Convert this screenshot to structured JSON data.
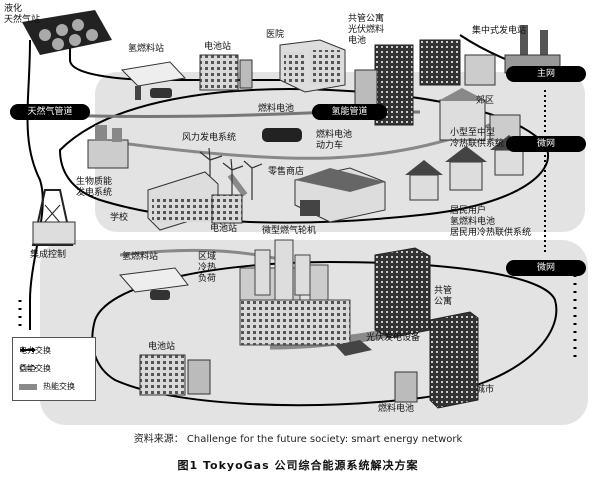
{
  "labels": {
    "lpg_station": "液化\n天然气站",
    "h2_station_top": "氢燃料站",
    "battery_station_top": "电池站",
    "hospital": "医院",
    "apartment_top": "共管公寓\n光伏燃料\n电池",
    "central_plant": "集中式发电站",
    "natural_gas_pipeline": "天然气管道",
    "fuel_cell_top": "燃料电池",
    "hydrogen_pipeline": "氢能管道",
    "suburb": "郊区",
    "chp_small": "小型至中型\n冷热联供系统",
    "wind_power": "风力发电系统",
    "fc_vehicle": "燃料电池\n动力车",
    "biomass": "生物质能\n发电系统",
    "retail": "零售商店",
    "school": "学校",
    "residential": "居民用户\n氢燃料电池\n居民用冷热联供系统",
    "battery_station_mid": "电池站",
    "micro_turbine": "微型燃气轮机",
    "integrated_control": "集成控制",
    "h2_station_bottom": "氢燃料站",
    "regional_load": "区域\n冷热\n负荷",
    "apartment_bottom": "共管\n公寓",
    "pv_equipment": "光伏发电设备",
    "battery_station_bottom": "电池站",
    "fuel_cell_bottom": "燃料电池",
    "city": "城市"
  },
  "grid": {
    "main": "主网",
    "micro1": "微网",
    "micro2": "微网"
  },
  "legend": {
    "power": "电力交换",
    "hydrogen": "氢能交换",
    "heat": "热能交换"
  },
  "colors": {
    "power_line": "#000000",
    "hydrogen_line": "#777777",
    "heat_line": "#8a8a8a",
    "background_zone": "#e3e3e3"
  },
  "caption": {
    "source": "资料来源：  Challenge for the future society: smart energy network",
    "figure": "图1    TokyoGas 公司综合能源系统解决方案"
  }
}
